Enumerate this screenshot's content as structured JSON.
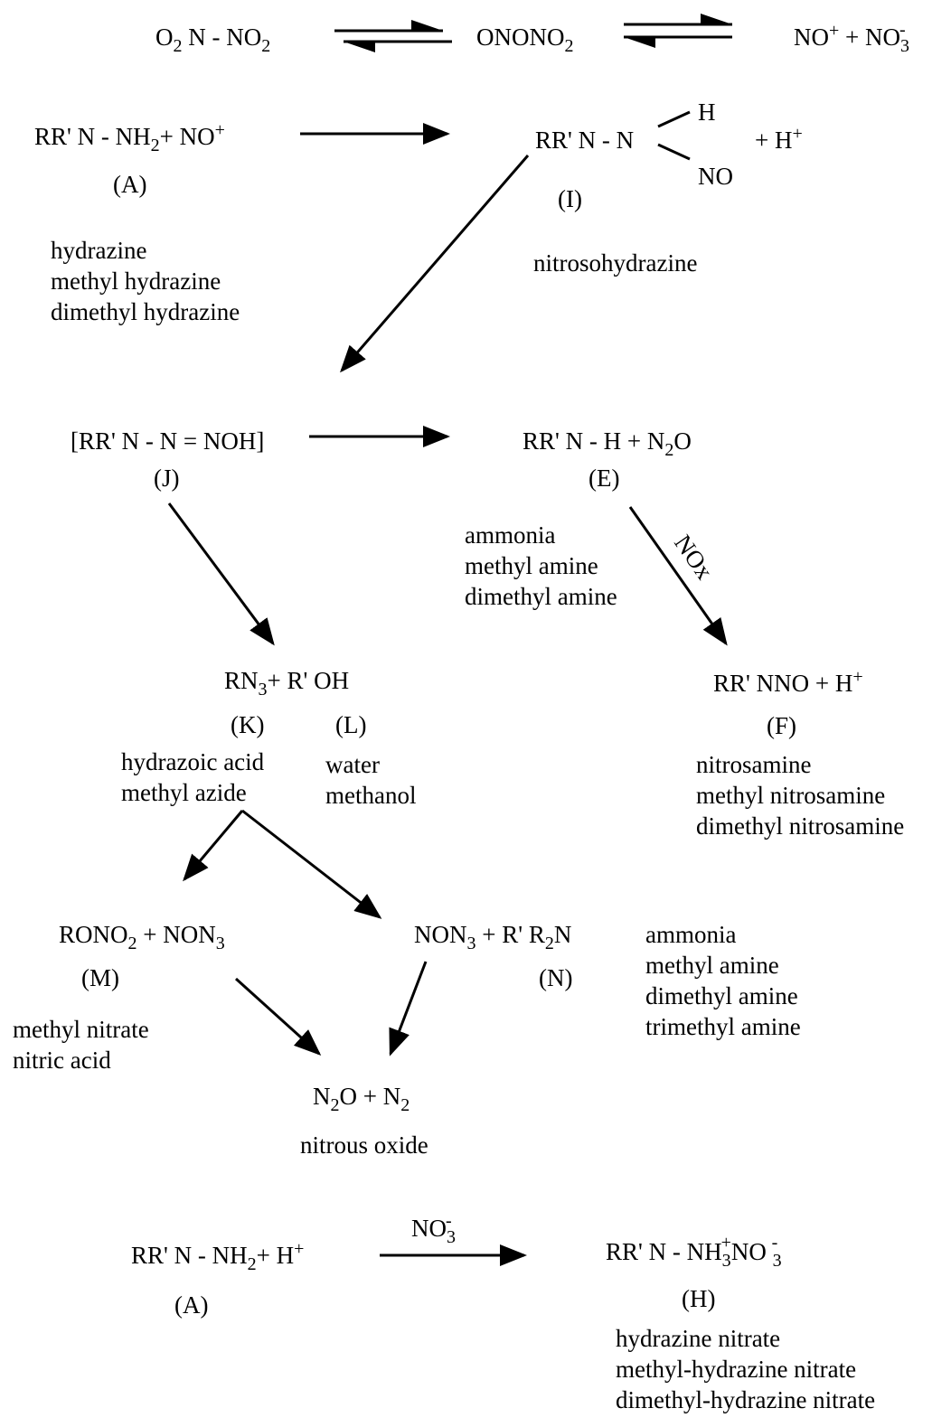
{
  "equilibrium": {
    "species1": [
      "O",
      "2",
      " N - NO",
      "2"
    ],
    "species2": [
      "ONONO",
      "2"
    ],
    "species3": [
      "NO",
      "+",
      " + NO",
      "3",
      "-"
    ]
  },
  "reaction1": {
    "reactants": [
      "RR' N - NH",
      "2",
      "+ NO",
      "+"
    ],
    "reactant_code": "(A)",
    "reactant_names": [
      "hydrazine",
      "methyl hydrazine",
      "dimethyl hydrazine"
    ],
    "product_main": "RR' N - N",
    "product_h": "H",
    "product_no": "NO",
    "product_plus": [
      "+ H",
      "+"
    ],
    "product_code": "(I)",
    "product_name": "nitrosohydrazine"
  },
  "reaction2": {
    "intermediate": "[RR' N - N = NOH]",
    "intermediate_code": "(J)",
    "products": [
      "RR' N - H + N",
      "2",
      "O"
    ],
    "products_code": "(E)",
    "products_names": [
      "ammonia",
      "methyl amine",
      "dimethyl amine"
    ]
  },
  "reaction3": {
    "arrow_label": "NOx",
    "products": [
      "RR' NNO + H",
      "+"
    ],
    "products_code": "(F)",
    "products_names": [
      "nitrosamine",
      "methyl nitrosamine",
      "dimethyl nitrosamine"
    ]
  },
  "reaction4": {
    "products": [
      "RN",
      "3",
      "+  R' OH"
    ],
    "code_k": "(K)",
    "code_l": "(L)",
    "names_k": [
      "hydrazoic acid",
      "methyl azide"
    ],
    "names_l": [
      "water",
      "methanol"
    ]
  },
  "reaction5": {
    "products_m": [
      "RONO",
      "2",
      " + NON",
      "3"
    ],
    "code_m": "(M)",
    "names_m": [
      "methyl nitrate",
      "nitric acid"
    ],
    "products_n": [
      "NON",
      "3",
      " + R' R",
      "2",
      "N"
    ],
    "code_n": "(N)",
    "names_n": [
      "ammonia",
      "methyl amine",
      "dimethyl amine",
      "trimethyl amine"
    ]
  },
  "reaction6": {
    "products": [
      "N",
      "2",
      "O + N",
      "2"
    ],
    "name": "nitrous oxide"
  },
  "reaction7": {
    "reactants": [
      "RR' N - NH",
      "2",
      "+ H",
      "+"
    ],
    "reactant_code": "(A)",
    "arrow_label": [
      "NO",
      "3",
      "-"
    ],
    "products": [
      "RR' N - NH",
      "3",
      "+",
      "NO ",
      "3",
      "-"
    ],
    "product_code": "(H)",
    "product_names": [
      "hydrazine nitrate",
      "methyl-hydrazine nitrate",
      "dimethyl-hydrazine nitrate"
    ]
  }
}
